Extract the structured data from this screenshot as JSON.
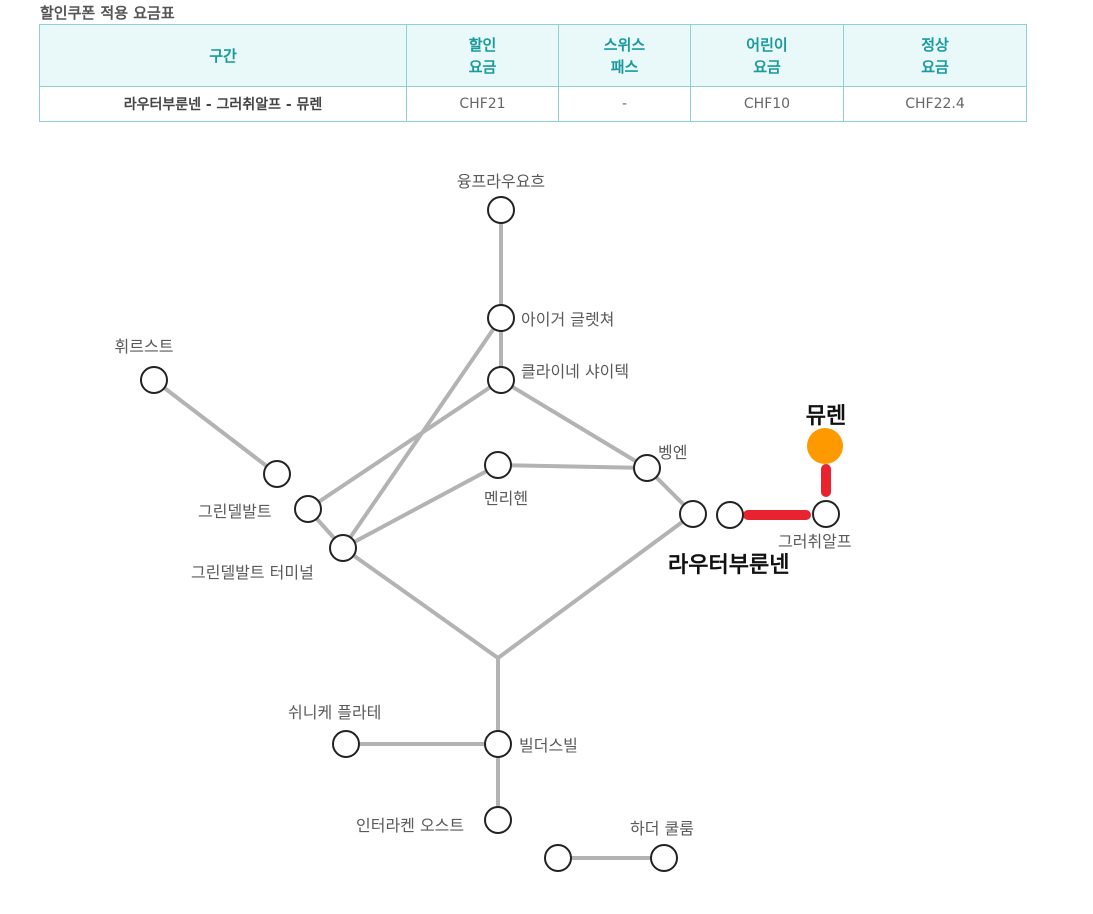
{
  "title": "할인쿠폰 적용 요금표",
  "table": {
    "headers": [
      {
        "line1": "구간",
        "line2": ""
      },
      {
        "line1": "할인",
        "line2": "요금"
      },
      {
        "line1": "스위스",
        "line2": "패스"
      },
      {
        "line1": "어린이",
        "line2": "요금"
      },
      {
        "line1": "정상",
        "line2": "요금"
      }
    ],
    "rows": [
      [
        "라우터부룬넨 - 그러취알프 - 뮤렌",
        "CHF21",
        "-",
        "CHF10",
        "CHF22.4"
      ]
    ]
  },
  "map": {
    "colors": {
      "line": "#b3b3b3",
      "highlight": "#e8222e",
      "destination": "#ff9900",
      "station_stroke": "#222222"
    },
    "stations": {
      "jungfraujoch": "융프라우요흐",
      "eiger_gletscher": "아이거 글렛쳐",
      "kleine_scheidegg": "클라이네 샤이텍",
      "first": "휘르스트",
      "grindelwald": "그린델발트",
      "grindelwald_terminal": "그린델발트 터미널",
      "mannlichen": "멘리헨",
      "wengen": "벵엔",
      "lauterbrunnen": "라우터부룬넨",
      "grutschalp": "그러취알프",
      "murren": "뮤렌",
      "schynige_platte": "쉬니케 플라테",
      "wilderswil": "빌더스빌",
      "interlaken_ost": "인터라켄 오스트",
      "harder_kulm": "하더 쿨룸"
    }
  }
}
